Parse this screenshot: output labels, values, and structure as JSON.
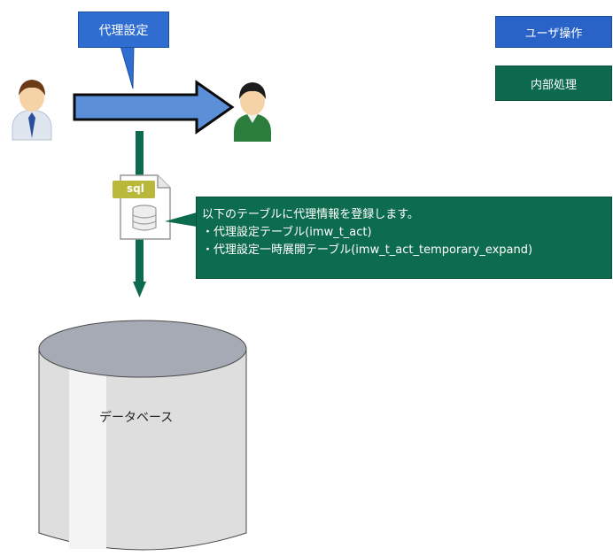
{
  "legend": {
    "user_action": "ユーザ操作",
    "internal_process": "内部処理"
  },
  "callout": {
    "label": "代理設定"
  },
  "sql_icon": {
    "label": "sql"
  },
  "info": {
    "line1": "以下のテーブルに代理情報を登録します。",
    "line2": "・代理設定テーブル(imw_t_act)",
    "line3": "・代理設定一時展開テーブル(imw_t_act_temporary_expand)"
  },
  "database": {
    "label": "データベース"
  },
  "colors": {
    "user_action": "#2a63c7",
    "internal_process": "#0e6a4f",
    "arrow": "#5b8fd8"
  }
}
